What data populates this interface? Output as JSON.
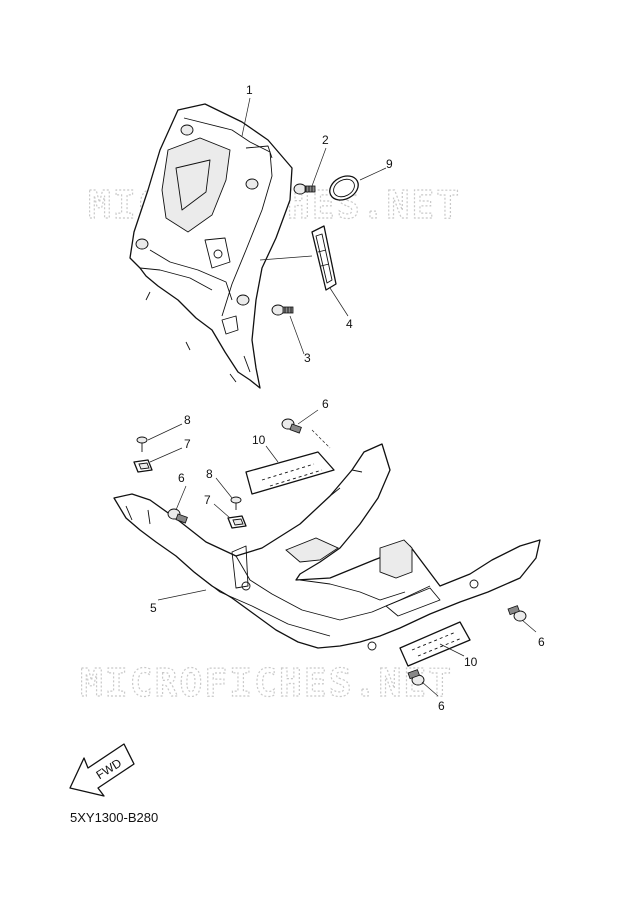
{
  "watermark": "MICROFICHES.NET",
  "diagram_code": "5XY1300-B280",
  "fwd_label": "FWD",
  "callouts": [
    "1",
    "2",
    "3",
    "4",
    "5",
    "6",
    "6",
    "6",
    "6",
    "7",
    "7",
    "8",
    "8",
    "9",
    "10",
    "10"
  ]
}
